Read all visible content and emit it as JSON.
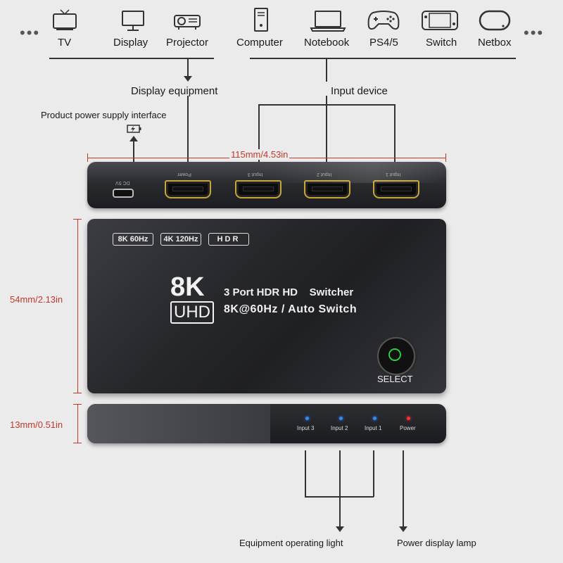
{
  "devices": [
    {
      "label": "TV",
      "icon": "tv-icon"
    },
    {
      "label": "Display",
      "icon": "monitor-icon"
    },
    {
      "label": "Projector",
      "icon": "projector-icon"
    },
    {
      "label": "Computer",
      "icon": "computer-tower-icon"
    },
    {
      "label": "Notebook",
      "icon": "laptop-icon"
    },
    {
      "label": "PS4/5",
      "icon": "gamepad-icon"
    },
    {
      "label": "Switch",
      "icon": "handheld-console-icon"
    },
    {
      "label": "Netbox",
      "icon": "netbox-icon"
    }
  ],
  "labels": {
    "display_equipment": "Display equipment",
    "input_device": "Input device",
    "power_interface": "Product power supply interface",
    "operating_light": "Equipment operating light",
    "power_lamp": "Power display lamp"
  },
  "dimensions": {
    "width": "115mm/4.53in",
    "height": "54mm/2.13in",
    "depth": "13mm/0.51in"
  },
  "back_panel": {
    "dc_label": "DC 5V",
    "ports": [
      "Power",
      "Input 3",
      "Input 2",
      "Input 1"
    ]
  },
  "front_panel": {
    "badges": [
      "8K 60Hz",
      "4K 120Hz",
      "HDR"
    ],
    "big_text": "8K",
    "uhd_text": "UHD",
    "line1": "3 Port HDR HD    Switcher",
    "line2": "8K@60Hz / Auto Switch",
    "select_label": "SELECT"
  },
  "side_panel": {
    "leds": [
      {
        "label": "Input 3",
        "color": "#2f8cff"
      },
      {
        "label": "Input 2",
        "color": "#2f8cff"
      },
      {
        "label": "Input 1",
        "color": "#2f8cff"
      },
      {
        "label": "Power",
        "color": "#ff3030"
      }
    ]
  },
  "colors": {
    "dimension_red": "#c0392b",
    "port_gold": "#c8a53a"
  }
}
